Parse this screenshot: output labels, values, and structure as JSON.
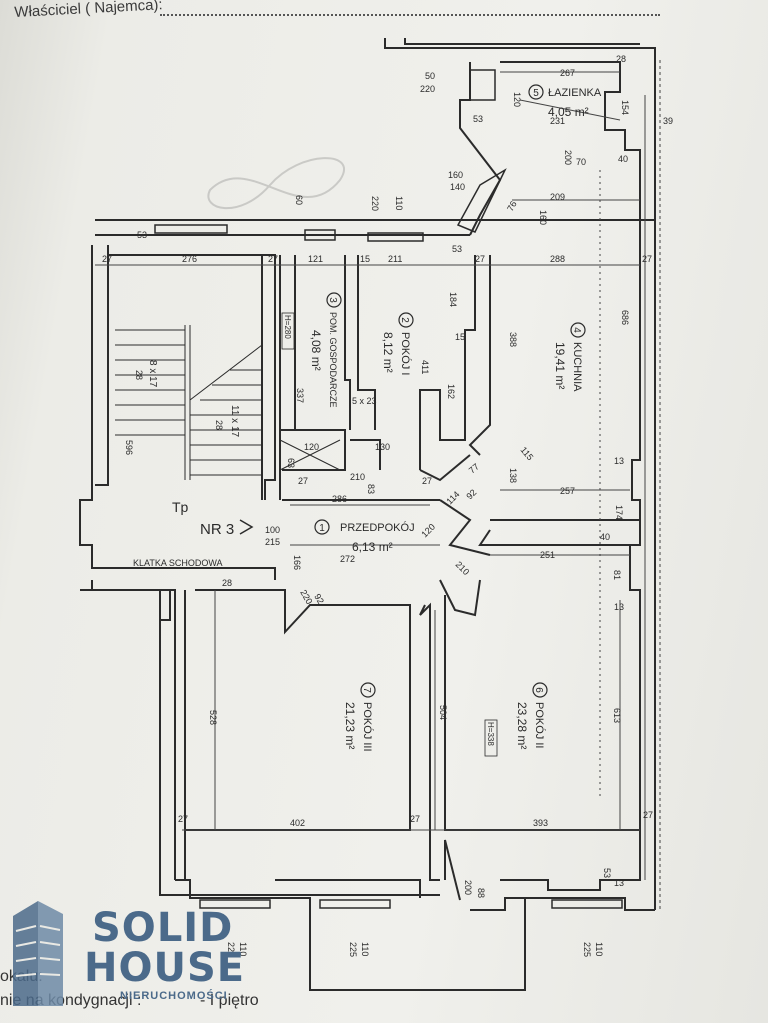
{
  "header": {
    "owner_label": "Właściciel ( Najemca):"
  },
  "footer": {
    "line1": "okalu:",
    "line2": "nie na kondygnacji :",
    "floor": "-   I piętro"
  },
  "logo": {
    "line1": "SOLID",
    "line2": "HOUSE",
    "sub": "NIERUCHOMOŚCI"
  },
  "plan": {
    "unit": "NR 3",
    "entrance": "Tp",
    "staircase": "KLATKA SCHODOWA",
    "stairs": [
      {
        "label": "8 x 17",
        "sub": "28"
      },
      {
        "label": "11 x 17",
        "sub": "28"
      }
    ],
    "rooms": [
      {
        "num": "1",
        "name": "PRZEDPOKÓJ",
        "area": "6,13 m²"
      },
      {
        "num": "2",
        "name": "POKÓJ I",
        "area": "8,12 m²"
      },
      {
        "num": "3",
        "name": "POM. GOSPODARCZE",
        "area": "4,08 m²"
      },
      {
        "num": "4",
        "name": "KUCHNIA",
        "area": "19,41 m²"
      },
      {
        "num": "5",
        "name": "ŁAZIENKA",
        "area": "4,05 m²"
      },
      {
        "num": "6",
        "name": "POKÓJ II",
        "area": "23,28 m²"
      },
      {
        "num": "7",
        "name": "POKÓJ III",
        "area": "21,23 m²"
      }
    ],
    "heights": [
      "H=280",
      "H=338"
    ],
    "dims": {
      "d267": "267",
      "d28a": "28",
      "d50": "50",
      "d220a": "220",
      "d120": "120",
      "d154": "154",
      "d53a": "53",
      "d231": "231",
      "d39": "39",
      "d200": "200",
      "d70": "70",
      "d40a": "40",
      "d160a": "160",
      "d140": "140",
      "d60": "60",
      "d220b": "220",
      "d110a": "110",
      "d209": "209",
      "d76": "76",
      "d160b": "160",
      "d53b": "53",
      "d27a": "27",
      "d276": "276",
      "d27b": "27",
      "d121": "121",
      "d15": "15",
      "d211": "211",
      "d53c": "53",
      "d27c": "27",
      "d288": "288",
      "d27d": "27",
      "d686": "686",
      "d184": "184",
      "d411": "411",
      "d388": "388",
      "d337": "337",
      "d15b": "15",
      "d162": "162",
      "d596": "596",
      "d23": "5 x 23",
      "d120b": "120",
      "d130": "130",
      "d115": "115",
      "d13a": "13",
      "d138": "138",
      "d77": "77",
      "d63": "63",
      "d210a": "210",
      "d27e": "27",
      "d83": "83",
      "d27f": "27",
      "d286": "286",
      "d114": "114",
      "d92": "92",
      "d257": "257",
      "d174": "174",
      "d100": "100",
      "d215": "215",
      "d120c": "120",
      "d40b": "40",
      "d251": "251",
      "d166": "166",
      "d272": "272",
      "d210b": "210",
      "d81": "81",
      "d28b": "28",
      "d220c": "220",
      "d92b": "92",
      "d13b": "13",
      "d528": "528",
      "d504": "504",
      "d613": "613",
      "d402": "402",
      "d393": "393",
      "d27g": "27",
      "d27h": "27",
      "d27i": "27",
      "d200b": "200",
      "d88": "88",
      "d53d": "53",
      "d110b": "110",
      "d225a": "225",
      "d110c": "110",
      "d225b": "225",
      "d110d": "110",
      "d225c": "225",
      "d13c": "13"
    }
  }
}
